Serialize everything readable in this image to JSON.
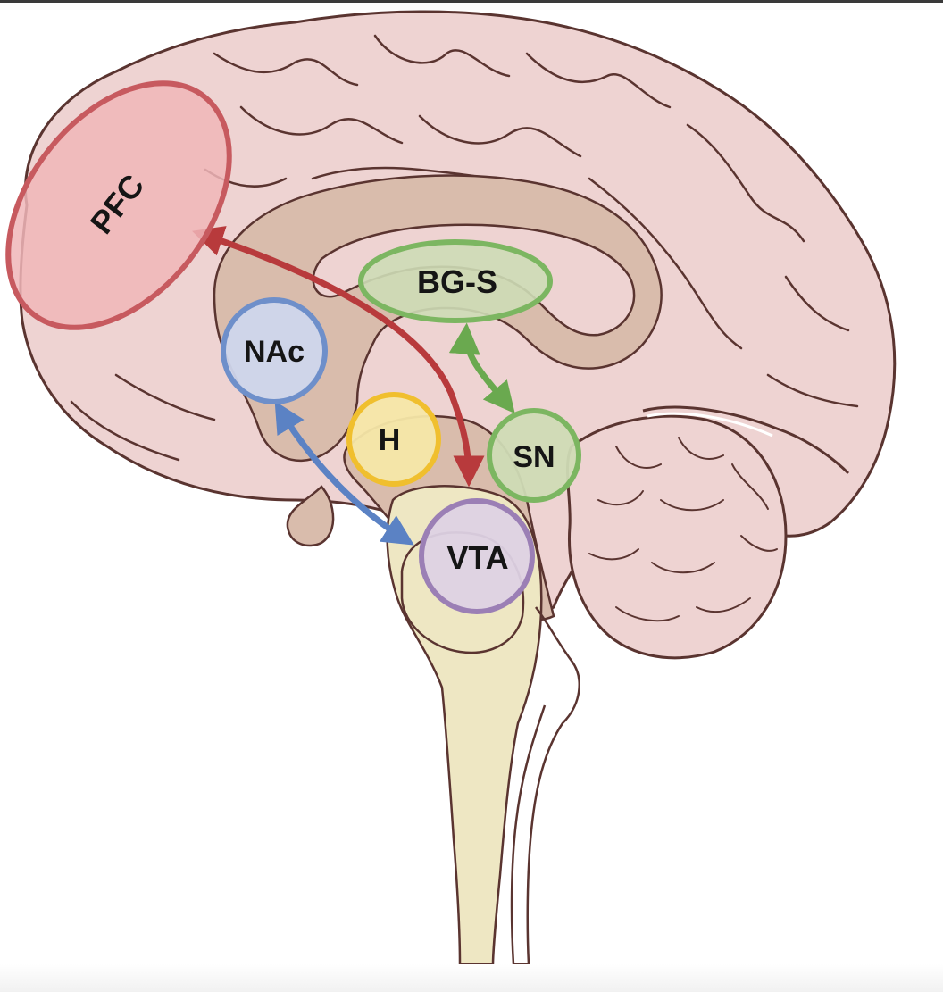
{
  "regions": [
    {
      "id": "pfc",
      "label": "PFC",
      "color": "#c75a5f",
      "fill": "#f0b6b9"
    },
    {
      "id": "bgs",
      "label": "BG-S",
      "color": "#7cb661",
      "fill": "#cddcb6"
    },
    {
      "id": "nac",
      "label": "NAc",
      "color": "#6e8fca",
      "fill": "#cfd6ec"
    },
    {
      "id": "h",
      "label": "H",
      "color": "#f0bf2e",
      "fill": "#f6e7a8"
    },
    {
      "id": "sn",
      "label": "SN",
      "color": "#7cb661",
      "fill": "#cfdbb5"
    },
    {
      "id": "vta",
      "label": "VTA",
      "color": "#9b7fb5",
      "fill": "#ddd2e4"
    }
  ],
  "pathways": [
    {
      "id": "vta-pfc",
      "color": "#b83a3c"
    },
    {
      "id": "vta-nac",
      "color": "#5b82c4"
    },
    {
      "id": "sn-bgs",
      "color": "#6aa94f"
    }
  ],
  "colors": {
    "cortex": "#eed3d2",
    "cortex_outline": "#5a3430",
    "deep": "#d9bcac",
    "brainstem": "#eee7c3",
    "cerebellum": "#eed3d2"
  }
}
